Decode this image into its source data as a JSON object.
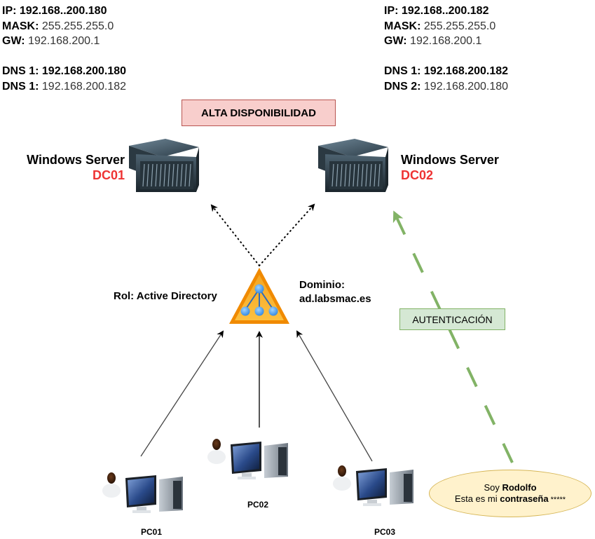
{
  "dc01_info": {
    "ip_label": "IP:",
    "ip_value": "192.168..200.180",
    "mask_label": "MASK:",
    "mask_value": "255.255.255.0",
    "gw_label": "GW:",
    "gw_value": "192.168.200.1",
    "dns1_label": "DNS 1:",
    "dns1_value": "192.168.200.180",
    "dns2_label": "DNS 1:",
    "dns2_value": "192.168.200.182"
  },
  "dc02_info": {
    "ip_label": "IP:",
    "ip_value": "192.168..200.182",
    "mask_label": "MASK:",
    "mask_value": "255.255.255.0",
    "gw_label": "GW:",
    "gw_value": "192.168.200.1",
    "dns1_label": "DNS 1:",
    "dns1_value": "192.168.200.182",
    "dns2_label": "DNS 2:",
    "dns2_value": "192.168.200.180"
  },
  "high_availability_label": "ALTA DISPONIBILIDAD",
  "servers": [
    {
      "os": "Windows Server",
      "name": "DC01"
    },
    {
      "os": "Windows Server",
      "name": "DC02"
    }
  ],
  "active_directory": {
    "role_label": "Rol: Active Directory",
    "domain_label": "Dominio:",
    "domain_value": "ad.labsmac.es"
  },
  "authentication_label": "AUTENTICACIÓN",
  "pcs": [
    {
      "name": "PC01"
    },
    {
      "name": "PC02"
    },
    {
      "name": "PC03"
    }
  ],
  "bubble": {
    "line1_prefix": "Soy ",
    "line1_bold": "Rodolfo",
    "line2_prefix": "Esta es mi ",
    "line2_bold": "contraseña",
    "line2_suffix": " *****"
  },
  "colors": {
    "server_name": "#ee3333",
    "ha_fill": "#f8cecc",
    "ha_border": "#b85450",
    "auth_fill": "#d5e8d4",
    "auth_border": "#82b366",
    "auth_arrow": "#82b366",
    "bubble_fill": "#fff2cc",
    "bubble_border": "#d6b656",
    "ad_triangle": "#f08a00"
  }
}
